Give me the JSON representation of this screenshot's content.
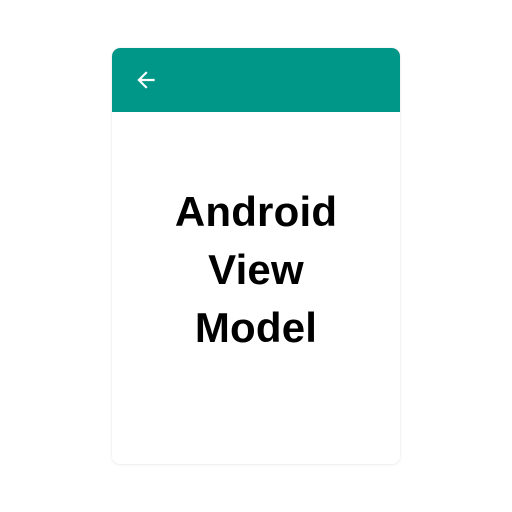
{
  "colors": {
    "app_bar": "#009688",
    "icon": "#ffffff",
    "card_background": "#ffffff",
    "text": "#000000"
  },
  "app_bar": {
    "back_icon": "arrow-left-icon"
  },
  "content": {
    "title_lines": [
      "Android",
      "View",
      "Model"
    ]
  }
}
